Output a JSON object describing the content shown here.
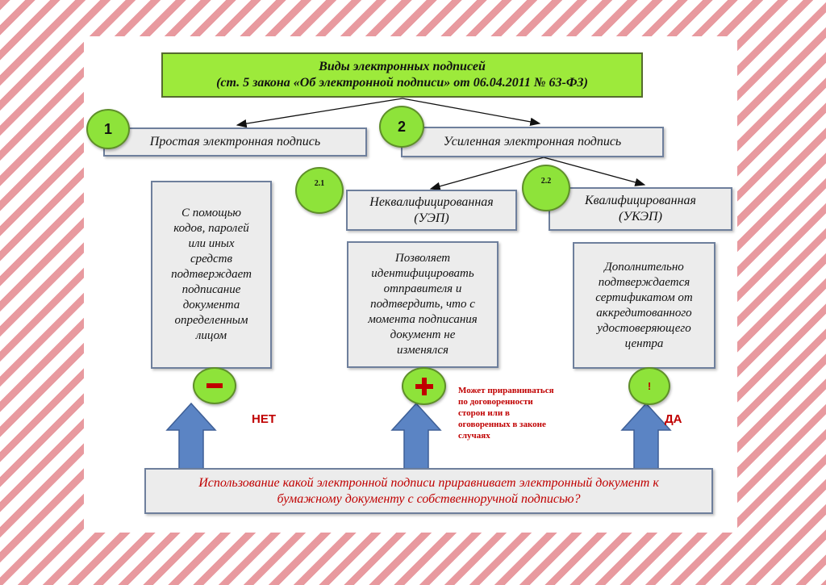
{
  "title": {
    "line1": "Виды электронных подписей",
    "line2": "(ст. 5 закона «Об электронной подписи» от 06.04.2011 № 63-ФЗ)"
  },
  "nodes": {
    "simple": {
      "number": "1",
      "label": "Простая электронная подпись"
    },
    "enhanced": {
      "number": "2",
      "label": "Усиленная электронная подпись"
    },
    "unqualified": {
      "number": "2.1",
      "label": "Неквалифицированная\n(УЭП)"
    },
    "qualified": {
      "number": "2.2",
      "label": "Квалифицированная\n(УКЭП)"
    }
  },
  "descriptions": {
    "simple": "С помощью\nкодов, паролей\nили иных\nсредств\nподтверждает\nподписание\nдокумента\nопределенным\nлицом",
    "unqualified": "Позволяет\nидентифицировать\nотправителя и\nподтвердить, что с\nмомента подписания\nдокумент не\nизменялся",
    "qualified": "Дополнительно\nподтверждается\nсертификатом от\nаккредитованного\nудостоверяющего\nцентра"
  },
  "answers": {
    "simple": {
      "text": "НЕТ"
    },
    "unqualified": {
      "text": "Может приравниваться\nпо договоренности\nсторон или в\nоговоренных в законе\nслучаях"
    },
    "qualified": {
      "text": "ДА",
      "symbol": "!"
    }
  },
  "question": {
    "line1": "Использование какой электронной подписи приравнивает электронный документ к",
    "line2": "бумажному документу с собственноручной подписью?"
  },
  "colors": {
    "green": "#8ee33a",
    "title_green": "#9dea3b",
    "red": "#c00000",
    "arrow_blue": "#5b84c4",
    "stripe_red": "#d64650"
  }
}
